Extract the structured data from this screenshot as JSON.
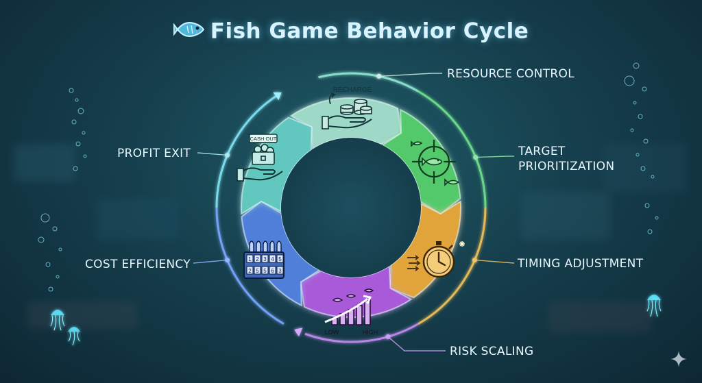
{
  "title": "Fish Game Behavior Cycle",
  "colors": {
    "resource_control": "#9ed8c6",
    "target_prioritization": "#52c96c",
    "timing_adjustment": "#e0a43a",
    "risk_scaling": "#a95ad8",
    "cost_efficiency": "#4f7fd8",
    "profit_exit": "#62c7be",
    "ring": "#7ee0ff"
  },
  "stages": [
    {
      "id": "resource-control",
      "label": "RESOURCE CONTROL",
      "icon": "coin-stack-hand-icon",
      "icon_caption": "RECHARGE"
    },
    {
      "id": "target-prioritization",
      "label": "TARGET PRIORITIZATION",
      "label_lines": [
        "TARGET",
        "PRIORITIZATION"
      ],
      "icon": "crosshair-fish-icon"
    },
    {
      "id": "timing-adjustment",
      "label": "TIMING ADJUSTMENT",
      "icon": "stopwatch-icon"
    },
    {
      "id": "risk-scaling",
      "label": "RISK SCALING",
      "icon": "rising-bars-icon",
      "icon_caption_low": "LOW",
      "icon_caption_high": "HIGH"
    },
    {
      "id": "cost-efficiency",
      "label": "COST EFFICIENCY",
      "icon": "ammo-counter-icon",
      "counter_top": [
        "1",
        "2",
        "3",
        "4",
        "5"
      ],
      "counter_bottom": [
        "2",
        "5",
        "5",
        "6",
        "3"
      ]
    },
    {
      "id": "profit-exit",
      "label": "PROFIT EXIT",
      "icon": "treasure-chest-hand-icon",
      "icon_caption": "CASH OUT"
    }
  ]
}
